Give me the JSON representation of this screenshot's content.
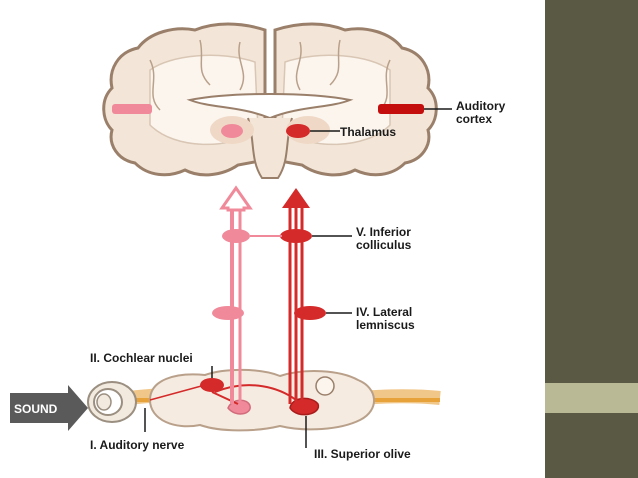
{
  "labels": {
    "auditory_cortex_line1": "Auditory",
    "auditory_cortex_line2": "cortex",
    "thalamus": "Thalamus",
    "inferior_colliculus_line1": "V. Inferior",
    "inferior_colliculus_line2": "colliculus",
    "lateral_lemniscus_line1": "IV. Lateral",
    "lateral_lemniscus_line2": "lemniscus",
    "cochlear_nuclei": "II. Cochlear nuclei",
    "sound": "SOUND",
    "auditory_nerve": "I. Auditory nerve",
    "superior_olive": "III. Superior olive"
  },
  "colors": {
    "background": "#ffffff",
    "side_panel_dark": "#5a5a44",
    "side_panel_light": "#b9b995",
    "brain_tissue": "#f3e6d8",
    "brain_outline": "#9a7f6a",
    "pathway_left": "#f08a9a",
    "pathway_right": "#d42a2a",
    "nerve": "#e8a23a",
    "sound_arrow": "#5a5a5a"
  },
  "icons": {
    "brain": "brain-coronal-section-icon",
    "brainstem": "brainstem-section-icon",
    "sound_arrow": "arrow-right-icon",
    "cochlea": "cochlea-spiral-icon"
  }
}
